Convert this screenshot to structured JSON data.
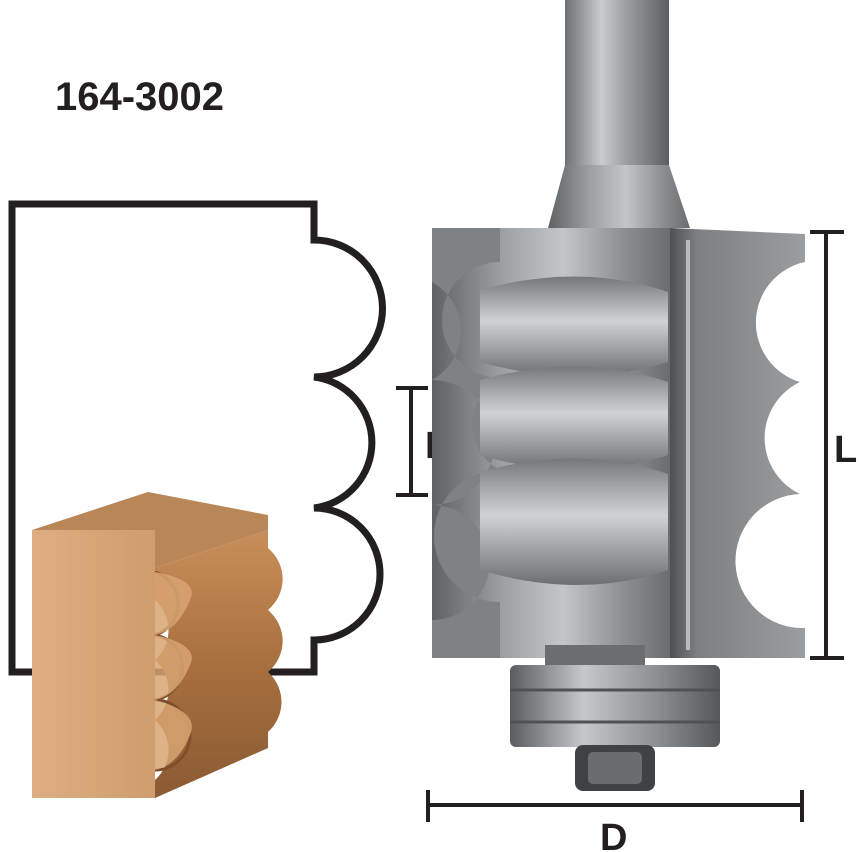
{
  "part_number": "164-3002",
  "dimensions": {
    "b_label": "B",
    "l_label": "L",
    "d_label": "D"
  },
  "colors": {
    "profile_outline": "#231f20",
    "wood_face": "#d6a678",
    "wood_top": "#b88558",
    "wood_shade": "#9a6a43",
    "steel_light": "#b9bcbe",
    "steel_mid": "#8a8d90",
    "steel_dark": "#55585b",
    "carbide": "#6f7275"
  }
}
